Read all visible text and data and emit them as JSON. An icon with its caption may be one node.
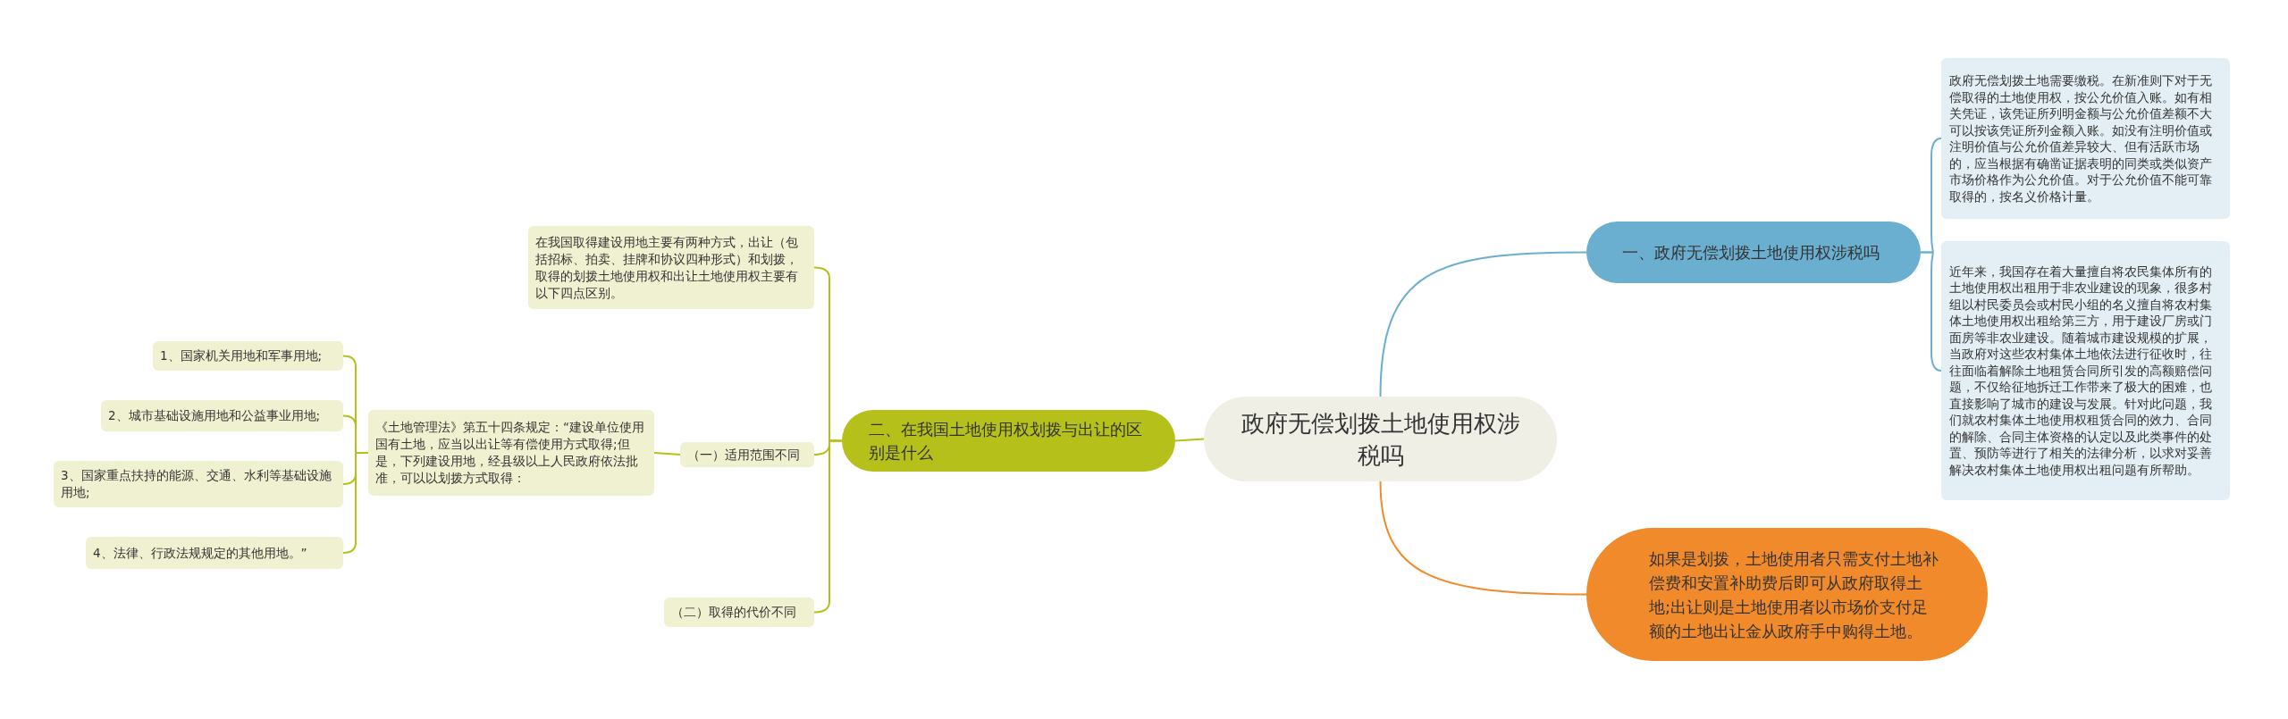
{
  "diagram": {
    "nodes": [
      {
        "text": [
          "政府无偿划拨土地使用权涉税吗"
        ]
      },
      {
        "text": [
          "一、政府无偿划拨土地使用权涉税吗"
        ]
      },
      {
        "text": [
          "政府无偿划拨土地需要缴税。在新准则下对于无偿取得的土地使用权，按公允价值入账。如有相关凭证，该凭证所列明金额与公允价值差额不大可以按该凭证所列金额入账。如没有注明价值或注明价值与公允价值差异较大、但有活跃市场的，应当根据有确凿证据表明的同类或类似资产市场价格作为公允价值。对于公允价值不能可靠取得的，按名义价格计量。"
        ]
      },
      {
        "text": [
          "近年来，我国存在着大量擅自将农民集体所有的土地使用权出租用于非农业建设的现象，很多村组以村民委员会或村民小组的名义擅自将农村集体土地使用权出租给第三方，用于建设厂房或门面房等非农业建设。随着城市建设规模的扩展，当政府对这些农村集体土地依法进行征收时，往往面临着解除土地租赁合同所引发的高额赔偿问题，不仅给征地拆迁工作带来了极大的困难，也直接影响了城市的建设与发展。针对此问题，我们就农村集体土地使用权租赁合同的效力、合同的解除、合同主体资格的认定以及此类事件的处置、预防等进行了相关的法律分析，以求对妥善解决农村集体土地使用权出租问题有所帮助。"
        ]
      },
      {
        "text": [
          "如果是划拨，土地使用者只需支付土地补偿费和安置补助费后即可从政府取得土地;出让则是土地使用者以市场价支付足额的土地出让金从政府手中购得土地。"
        ]
      },
      {
        "text": [
          "二、在我国土地使用权划拨与出让的区别是什么"
        ]
      },
      {
        "text": [
          "在我国取得建设用地主要有两种方式，出让（包括招标、拍卖、挂牌和协议四种形式）和划拨，取得的划拨土地使用权和出让土地使用权主要有以下四点区别。"
        ]
      },
      {
        "text": [
          "（一）适用范围不同"
        ]
      },
      {
        "text": [
          "《土地管理法》第五十四条规定：“建设单位使用国有土地，应当以出让等有偿使用方式取得;但是，下列建设用地，经县级以上人民政府依法批准，可以以划拨方式取得："
        ]
      },
      {
        "text": [
          "1、国家机关用地和军事用地;"
        ]
      },
      {
        "text": [
          "2、城市基础设施用地和公益事业用地;"
        ]
      },
      {
        "text": [
          "3、国家重点扶持的能源、交通、水利等基础设施用地;"
        ]
      },
      {
        "text": [
          "4、法律、行政法规规定的其他用地。”"
        ]
      },
      {
        "text": [
          "（二）取得的代价不同"
        ]
      }
    ],
    "edges": [
      {
        "from": 0,
        "to": 1,
        "arrow": "none",
        "color": "#6aaed0"
      },
      {
        "from": 1,
        "to": 2,
        "arrow": "none",
        "color": "#6aaed0"
      },
      {
        "from": 1,
        "to": 3,
        "arrow": "none",
        "color": "#6aaed0"
      },
      {
        "from": 0,
        "to": 4,
        "arrow": "none",
        "color": "#f08a2a"
      },
      {
        "from": 0,
        "to": 5,
        "arrow": "none"
      },
      {
        "from": 5,
        "to": 6,
        "arrow": "none"
      },
      {
        "from": 5,
        "to": 7,
        "arrow": "none"
      },
      {
        "from": 5,
        "to": 13,
        "arrow": "none"
      },
      {
        "from": 7,
        "to": 8,
        "arrow": "none"
      },
      {
        "from": 8,
        "to": 9,
        "arrow": "none"
      },
      {
        "from": 8,
        "to": 10,
        "arrow": "none"
      },
      {
        "from": 8,
        "to": 11,
        "arrow": "none"
      },
      {
        "from": 8,
        "to": 12,
        "arrow": "none"
      }
    ]
  }
}
